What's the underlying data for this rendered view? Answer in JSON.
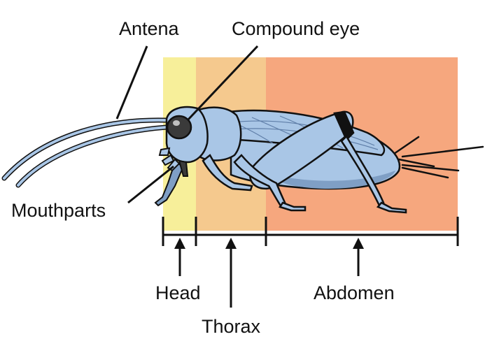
{
  "labels": {
    "antenna": "Antena",
    "compound_eye": "Compound eye",
    "mouthparts": "Mouthparts",
    "head": "Head",
    "thorax": "Thorax",
    "abdomen": "Abdomen"
  },
  "colors": {
    "head_region": "#f7ef9a",
    "thorax_region": "#f5c98e",
    "abdomen_region": "#f6a77e",
    "body_fill": "#a9c6e6",
    "body_shade": "#7f9fc5",
    "outline": "#111111",
    "eye": "#3a3a3a"
  }
}
